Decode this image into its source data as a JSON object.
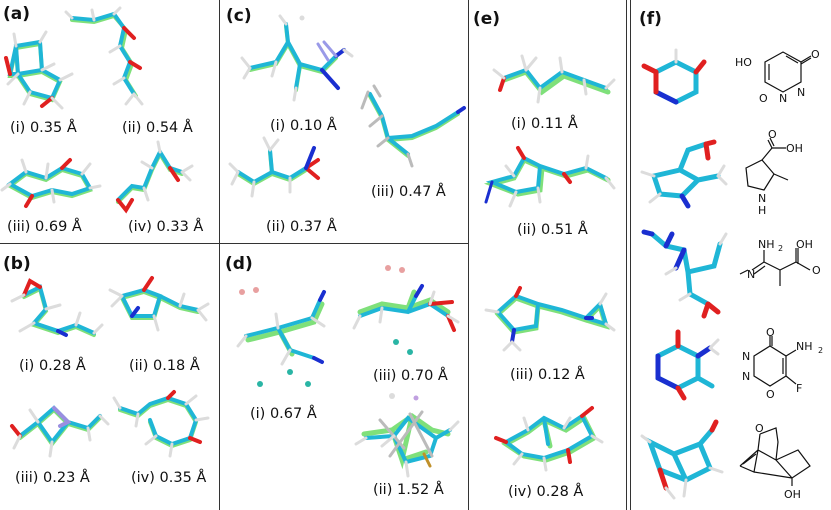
{
  "panels": {
    "a": {
      "label": "(a)",
      "captions": [
        "(i) 0.35 Å",
        "(ii) 0.54 Å",
        "(iii) 0.69 Å",
        "(iv) 0.33 Å"
      ]
    },
    "b": {
      "label": "(b)",
      "captions": [
        "(i) 0.28 Å",
        "(ii) 0.18 Å",
        "(iii) 0.23 Å",
        "(iv) 0.35 Å"
      ]
    },
    "c": {
      "label": "(c)",
      "captions": [
        "(i) 0.10 Å",
        "(ii) 0.37 Å",
        "(iii) 0.47 Å"
      ]
    },
    "d": {
      "label": "(d)",
      "captions": [
        "(i) 0.67 Å",
        "(iii) 0.70 Å",
        "(ii) 1.52 Å"
      ]
    },
    "e": {
      "label": "(e)",
      "captions": [
        "(i) 0.11 Å",
        "(ii) 0.51 Å",
        "(iii) 0.12 Å",
        "(iv) 0.28 Å"
      ]
    },
    "f": {
      "label": "(f)"
    }
  },
  "structures": {
    "s1": {
      "ho": "HO",
      "o": "O",
      "n1": "N",
      "n2": "N",
      "o2": "O"
    },
    "s2": {
      "oh": "OH",
      "o": "O",
      "nh": "N",
      "h": "H"
    },
    "s3": {
      "nh2": "NH",
      "two": "2",
      "n": "N",
      "oh": "OH",
      "o": "O"
    },
    "s4": {
      "o": "O",
      "nh2": "NH",
      "two": "2",
      "n1": "N",
      "n2": "N",
      "o2": "O",
      "f": "F"
    },
    "s5": {
      "o": "O",
      "oh": "OH"
    }
  },
  "colors": {
    "carbon": "#1fb6d6",
    "carbon_ref": "#7fe07a",
    "oxygen": "#e02020",
    "nitrogen": "#1a2fd0",
    "hydrogen": "#e6e6e6",
    "bond_dark": "#555555"
  }
}
